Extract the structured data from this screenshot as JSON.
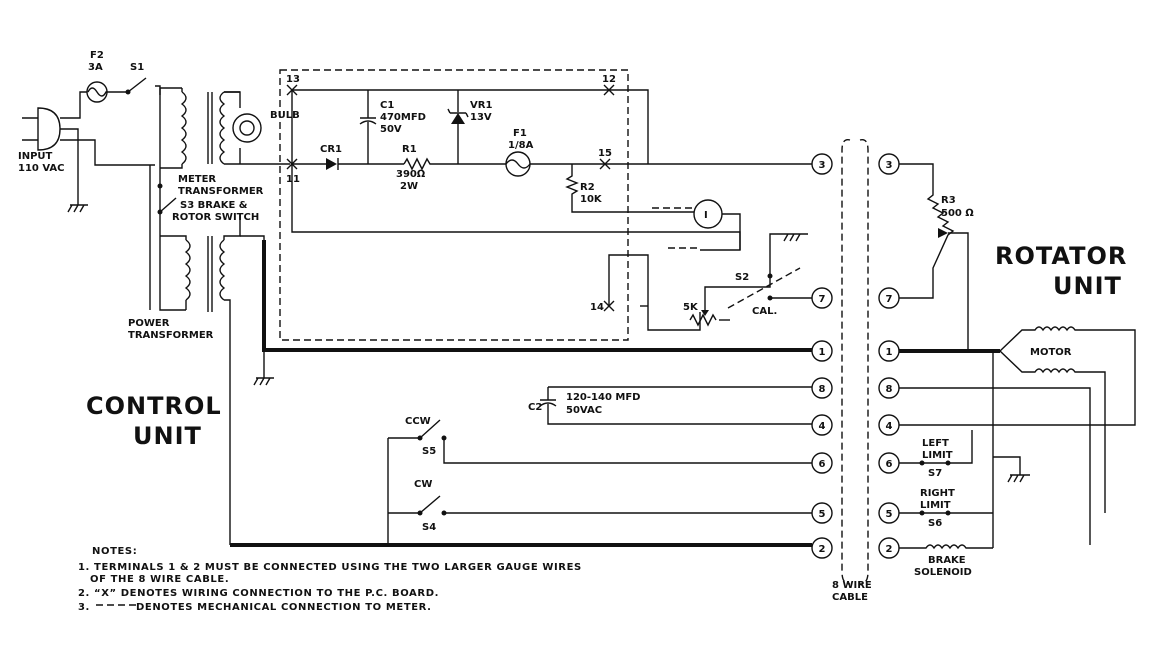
{
  "control": {
    "input_label": "INPUT",
    "input_voltage": "110 VAC",
    "fuse2_name": "F2",
    "fuse2_rating": "3A",
    "switch1": "S1",
    "meter_transformer_1": "METER",
    "meter_transformer_2": "TRANSFORMER",
    "brake_switch_1": "S3 BRAKE &",
    "brake_switch_2": "ROTOR SWITCH",
    "power_transformer_1": "POWER",
    "power_transformer_2": "TRANSFORMER",
    "bulb": "BULB",
    "pcb_points": [
      "13",
      "12",
      "11",
      "15",
      "14"
    ],
    "cap1_name": "C1",
    "cap1_value": "470MFD",
    "cap1_voltage": "50V",
    "zener_name": "VR1",
    "zener_value": "13V",
    "fuse1_name": "F1",
    "fuse1_rating": "1/8A",
    "diode": "CR1",
    "res1_name": "R1",
    "res1_value": "390Ω",
    "res1_power": "2W",
    "res2_name": "R2",
    "res2_value": "10K",
    "meter_symbol": "I",
    "switch2": "S2",
    "pot_5k": "5K",
    "cal": "CAL.",
    "cap2_name": "C2",
    "cap2_value": "120-140 MFD",
    "cap2_voltage": "50VAC",
    "ccw": "CCW",
    "switch5": "S5",
    "cw": "CW",
    "switch4": "S4",
    "title_1": "CONTROL",
    "title_2": "UNIT"
  },
  "cable": {
    "terminals": [
      "3",
      "7",
      "1",
      "8",
      "4",
      "6",
      "5",
      "2"
    ],
    "label_1": "8 WIRE",
    "label_2": "CABLE"
  },
  "rotator": {
    "res3_name": "R3",
    "res3_value": "500 Ω",
    "title_1": "ROTATOR",
    "title_2": "UNIT",
    "motor": "MOTOR",
    "left_limit_1": "LEFT",
    "left_limit_2": "LIMIT",
    "switch7": "S7",
    "right_limit_1": "RIGHT",
    "right_limit_2": "LIMIT",
    "switch6": "S6",
    "brake_solenoid_1": "BRAKE",
    "brake_solenoid_2": "SOLENOID"
  },
  "notes": {
    "heading": "NOTES:",
    "items": [
      "1. TERMINALS 1 & 2 MUST BE CONNECTED USING THE TWO LARGER GAUGE WIRES",
      "OF THE 8 WIRE CABLE.",
      "2. “X” DENOTES WIRING CONNECTION TO THE P.C. BOARD.",
      "3. ",
      " DENOTES MECHANICAL CONNECTION TO METER."
    ]
  }
}
